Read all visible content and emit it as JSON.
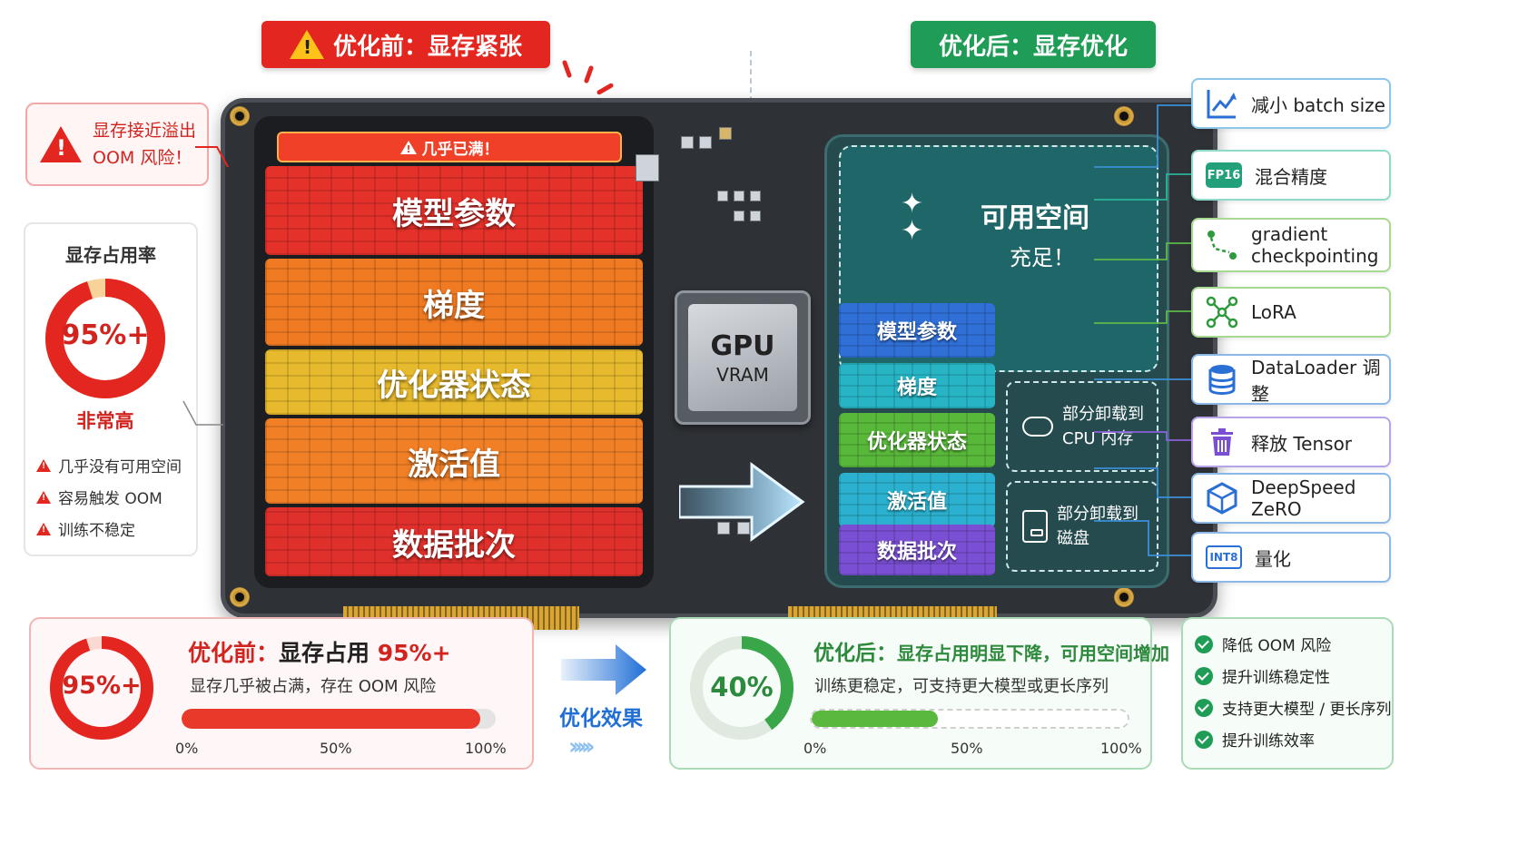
{
  "headers": {
    "before": "优化前：显存紧张",
    "after": "优化后：显存优化"
  },
  "left_warning": {
    "line1": "显存接近溢出",
    "line2": "OOM 风险！"
  },
  "usage_panel": {
    "title": "显存占用率",
    "value": "95%+",
    "level": "非常高",
    "gauge_fraction": 0.95,
    "risks": [
      "几乎没有可用空间",
      "容易触发 OOM",
      "训练不稳定"
    ]
  },
  "before_memory": {
    "banner": "几乎已满！",
    "layers": [
      "模型参数",
      "梯度",
      "优化器状态",
      "激活值",
      "数据批次"
    ]
  },
  "gpu": {
    "line1": "GPU",
    "line2": "VRAM"
  },
  "after_memory": {
    "available_title": "可用空间",
    "available_sub": "充足！",
    "layers": [
      "模型参数",
      "梯度",
      "优化器状态",
      "激活值",
      "数据批次"
    ],
    "offload_cpu": [
      "部分卸载到",
      "CPU 内存"
    ],
    "offload_disk": [
      "部分卸载到",
      "磁盘"
    ]
  },
  "methods": [
    {
      "label": "减小 batch size",
      "icon": "chart-down-icon"
    },
    {
      "label": "混合精度",
      "icon": "fp16-icon",
      "badge": "FP16"
    },
    {
      "label": "gradient checkpointing",
      "icon": "checkpoint-path-icon"
    },
    {
      "label": "LoRA",
      "icon": "network-nodes-icon"
    },
    {
      "label": "DataLoader 调整",
      "icon": "database-icon"
    },
    {
      "label": "释放 Tensor",
      "icon": "trash-icon"
    },
    {
      "label": "DeepSpeed ZeRO",
      "icon": "cube-icon"
    },
    {
      "label": "量化",
      "icon": "int8-icon",
      "badge": "INT8"
    }
  ],
  "bottom_before": {
    "ring_label": "95%+",
    "title_prefix": "优化前：",
    "title_main": "显存占用 ",
    "title_value": "95%+",
    "desc": "显存几乎被占满，存在 OOM 风险",
    "bar_fraction": 0.95,
    "ticks": [
      "0%",
      "50%",
      "100%"
    ]
  },
  "effect": {
    "label": "优化效果"
  },
  "bottom_after": {
    "ring_label": "40%",
    "title_prefix": "优化后：",
    "title_main": "显存占用明显下降，可用空间增加",
    "desc": "训练更稳定，可支持更大模型或更长序列",
    "bar_fraction": 0.4,
    "ticks": [
      "0%",
      "50%",
      "100%"
    ]
  },
  "benefits": [
    "降低 OOM 风险",
    "提升训练稳定性",
    "支持更大模型 / 更长序列",
    "提升训练效率"
  ],
  "colors": {
    "danger": "#e3261f",
    "success": "#1f9d57",
    "accent_blue": "#1f6fd6"
  }
}
